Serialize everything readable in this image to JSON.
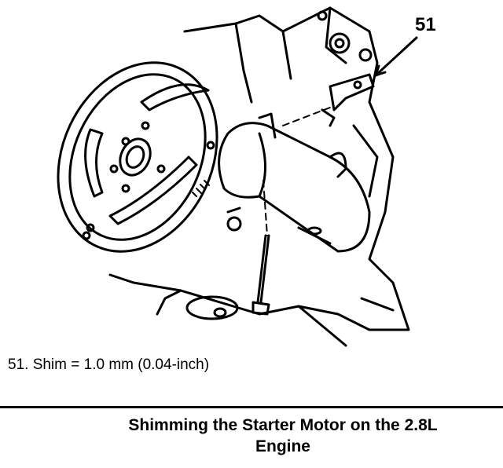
{
  "figure": {
    "callout_label": "51",
    "legend_text": "51.  Shim  =  1.0 mm (0.04-inch)"
  },
  "caption": {
    "line1": "Shimming the Starter Motor on the 2.8L",
    "line2": "Engine"
  }
}
